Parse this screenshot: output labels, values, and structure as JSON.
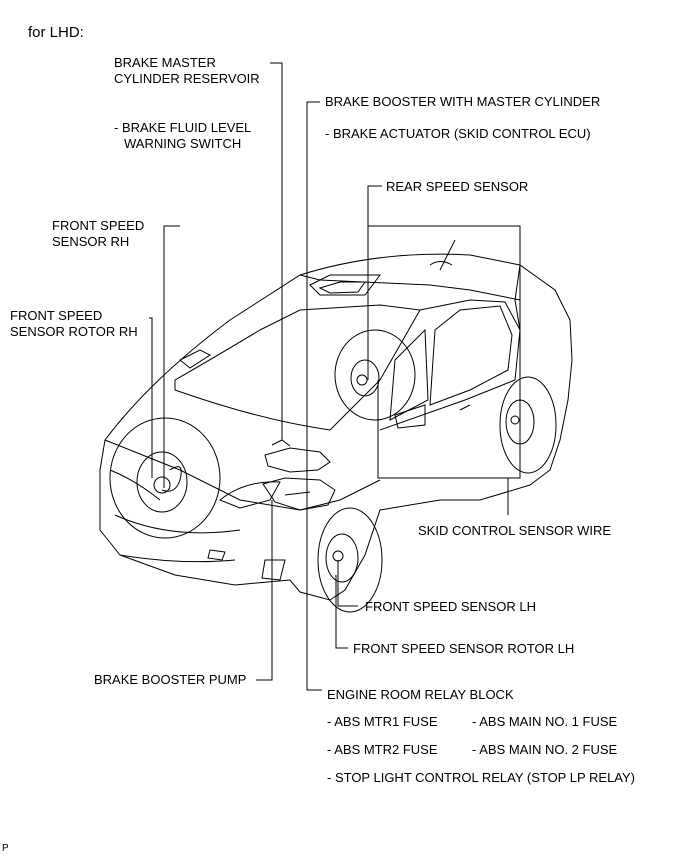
{
  "heading": "for LHD:",
  "labels": {
    "master_cyl_reservoir_1": "BRAKE MASTER",
    "master_cyl_reservoir_2": "CYLINDER RESERVOIR",
    "fluid_level_switch_1": "-  BRAKE FLUID LEVEL",
    "fluid_level_switch_2": "WARNING SWITCH",
    "brake_booster_master": "BRAKE BOOSTER WITH MASTER CYLINDER",
    "brake_actuator": "- BRAKE ACTUATOR (SKID CONTROL ECU)",
    "rear_speed_sensor": "REAR SPEED SENSOR",
    "front_speed_sensor_rh_1": "FRONT SPEED",
    "front_speed_sensor_rh_2": "SENSOR RH",
    "front_sensor_rotor_rh_1": "FRONT SPEED",
    "front_sensor_rotor_rh_2": "SENSOR ROTOR RH",
    "skid_control_sensor_wire": "SKID CONTROL SENSOR WIRE",
    "front_speed_sensor_lh": "FRONT SPEED SENSOR LH",
    "front_speed_sensor_rotor_lh": "FRONT SPEED SENSOR ROTOR LH",
    "brake_booster_pump": "BRAKE BOOSTER PUMP",
    "engine_room_relay_block": "ENGINE ROOM RELAY BLOCK",
    "abs_mtr1_fuse": "- ABS MTR1 FUSE",
    "abs_main_no1_fuse": "- ABS MAIN NO. 1 FUSE",
    "abs_mtr2_fuse": "- ABS MTR2 FUSE",
    "abs_main_no2_fuse": "- ABS MAIN NO. 2 FUSE",
    "stop_light_relay": "- STOP LIGHT CONTROL RELAY (STOP LP RELAY)"
  },
  "corner_mark": "P",
  "colors": {
    "line": "#000000",
    "background": "#ffffff"
  }
}
